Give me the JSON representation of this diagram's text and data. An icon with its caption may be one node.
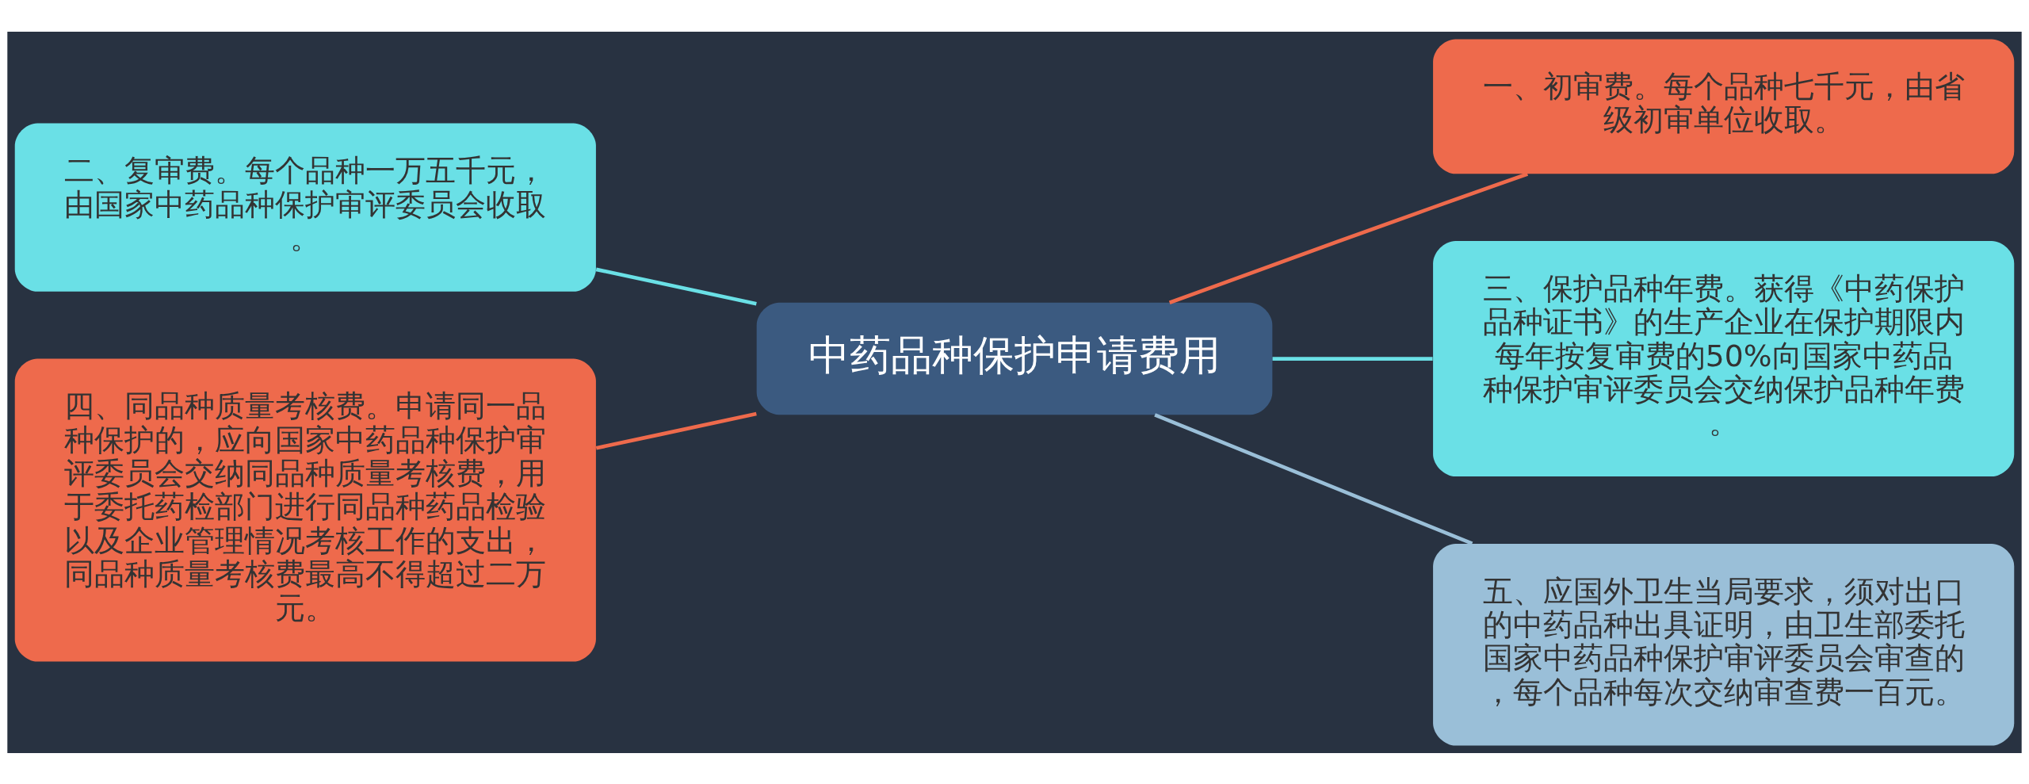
{
  "diagram": {
    "nodes": [
      {
        "text": [
          "中药品种保护申请费用"
        ]
      },
      {
        "text": [
          "一、初审费。每个品种七千元，由省级初审单位收取。"
        ]
      },
      {
        "text": [
          "二、复审费。每个品种一万五千元，由国家中药品种保护审评委员会收取。"
        ]
      },
      {
        "text": [
          "三、保护品种年费。获得《中药保护品种证书》的生产企业在保护期限内每年按复审费的50%向国家中药品种保护审评委员会交纳保护品种年费。"
        ]
      },
      {
        "text": [
          "四、同品种质量考核费。申请同一品种保护的，应向国家中药品种保护审评委员会交纳同品种质量考核费，用于委托药检部门进行同品种药品检验以及企业管理情况考核工作的支出，同品种质量考核费最高不得超过二万元。"
        ]
      },
      {
        "text": [
          "五、应国外卫生当局要求，须对出口的中药品种出具证明，由卫生部委托国家中药品种保护审评委员会审查的，每个品种每次交纳审查费一百元。"
        ]
      }
    ],
    "edges": [
      {
        "from": 0,
        "to": 1,
        "arrow": "none",
        "color": "#ee6a4c"
      },
      {
        "from": 0,
        "to": 2,
        "arrow": "none",
        "color": "#6ae0e6"
      },
      {
        "from": 0,
        "to": 3,
        "arrow": "none",
        "color": "#6ae0e6"
      },
      {
        "from": 0,
        "to": 4,
        "arrow": "none",
        "color": "#ee6a4c"
      },
      {
        "from": 0,
        "to": 5,
        "arrow": "none",
        "color": "#9abfd8"
      }
    ]
  }
}
